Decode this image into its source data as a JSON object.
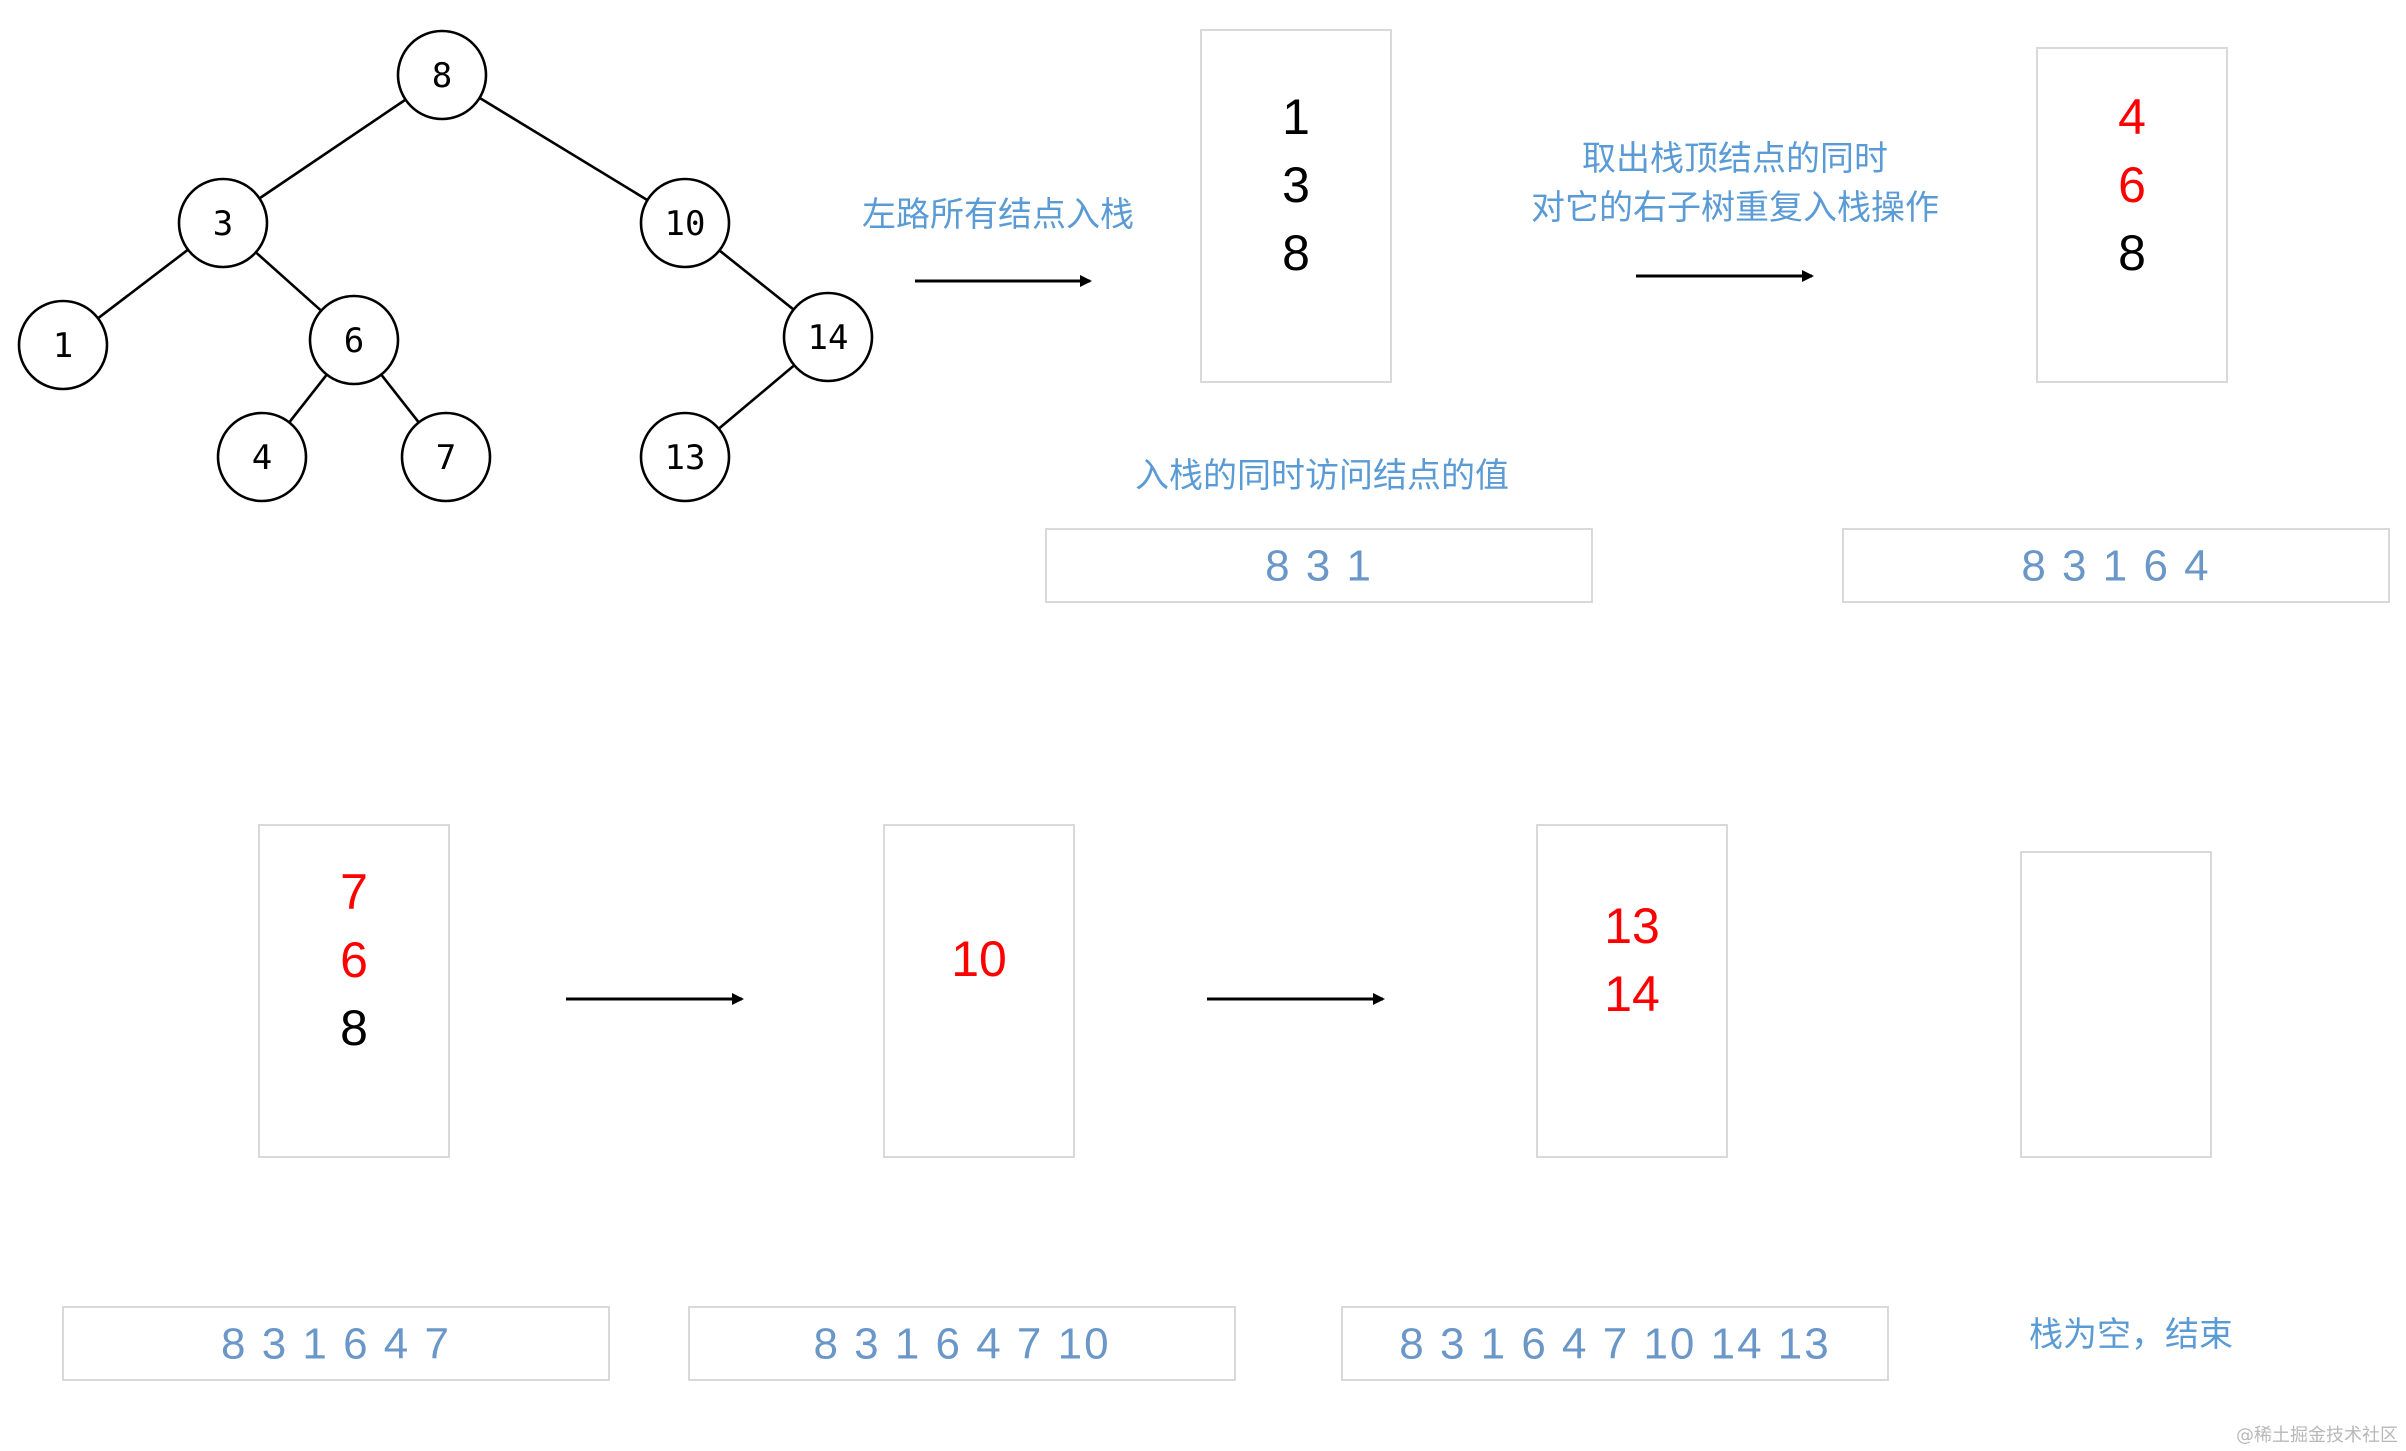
{
  "colors": {
    "caption": "#5b9bd5",
    "result_text": "#6b97c8",
    "new_item": "#ff0000",
    "old_item": "#000000",
    "box_border": "#d9d9d9"
  },
  "tree": {
    "nodes": [
      {
        "id": "8",
        "label": "8"
      },
      {
        "id": "3",
        "label": "3"
      },
      {
        "id": "10",
        "label": "10"
      },
      {
        "id": "1",
        "label": "1"
      },
      {
        "id": "6",
        "label": "6"
      },
      {
        "id": "14",
        "label": "14"
      },
      {
        "id": "4",
        "label": "4"
      },
      {
        "id": "7",
        "label": "7"
      },
      {
        "id": "13",
        "label": "13"
      }
    ],
    "edges": [
      [
        "8",
        "3"
      ],
      [
        "8",
        "10"
      ],
      [
        "3",
        "1"
      ],
      [
        "3",
        "6"
      ],
      [
        "10",
        "14"
      ],
      [
        "6",
        "4"
      ],
      [
        "6",
        "7"
      ],
      [
        "14",
        "13"
      ]
    ]
  },
  "captions": {
    "step1": "左路所有结点入栈",
    "visit": "入栈的同时访问结点的值",
    "step2_line1": "取出栈顶结点的同时",
    "step2_line2": "对它的右子树重复入栈操作",
    "end": "栈为空，结束"
  },
  "stacks": [
    {
      "id": "s1",
      "items": [
        {
          "text": "1",
          "color": "#000000"
        },
        {
          "text": "3",
          "color": "#000000"
        },
        {
          "text": "8",
          "color": "#000000"
        }
      ]
    },
    {
      "id": "s2",
      "items": [
        {
          "text": "4",
          "color": "#ff0000"
        },
        {
          "text": "6",
          "color": "#ff0000"
        },
        {
          "text": "8",
          "color": "#000000"
        }
      ]
    },
    {
      "id": "s3",
      "items": [
        {
          "text": "7",
          "color": "#ff0000"
        },
        {
          "text": "6",
          "color": "#ff0000"
        },
        {
          "text": "8",
          "color": "#000000"
        }
      ]
    },
    {
      "id": "s4",
      "items": [
        {
          "text": "10",
          "color": "#ff0000"
        }
      ]
    },
    {
      "id": "s5",
      "items": [
        {
          "text": "13",
          "color": "#ff0000"
        },
        {
          "text": "14",
          "color": "#ff0000"
        }
      ]
    },
    {
      "id": "s6",
      "items": []
    }
  ],
  "results": [
    "8 3 1",
    "8 3 1 6 4",
    "8 3 1 6 4 7",
    "8 3 1 6 4 7 10",
    "8 3 1 6 4 7 10 14 13"
  ],
  "watermark": "@稀土掘金技术社区"
}
